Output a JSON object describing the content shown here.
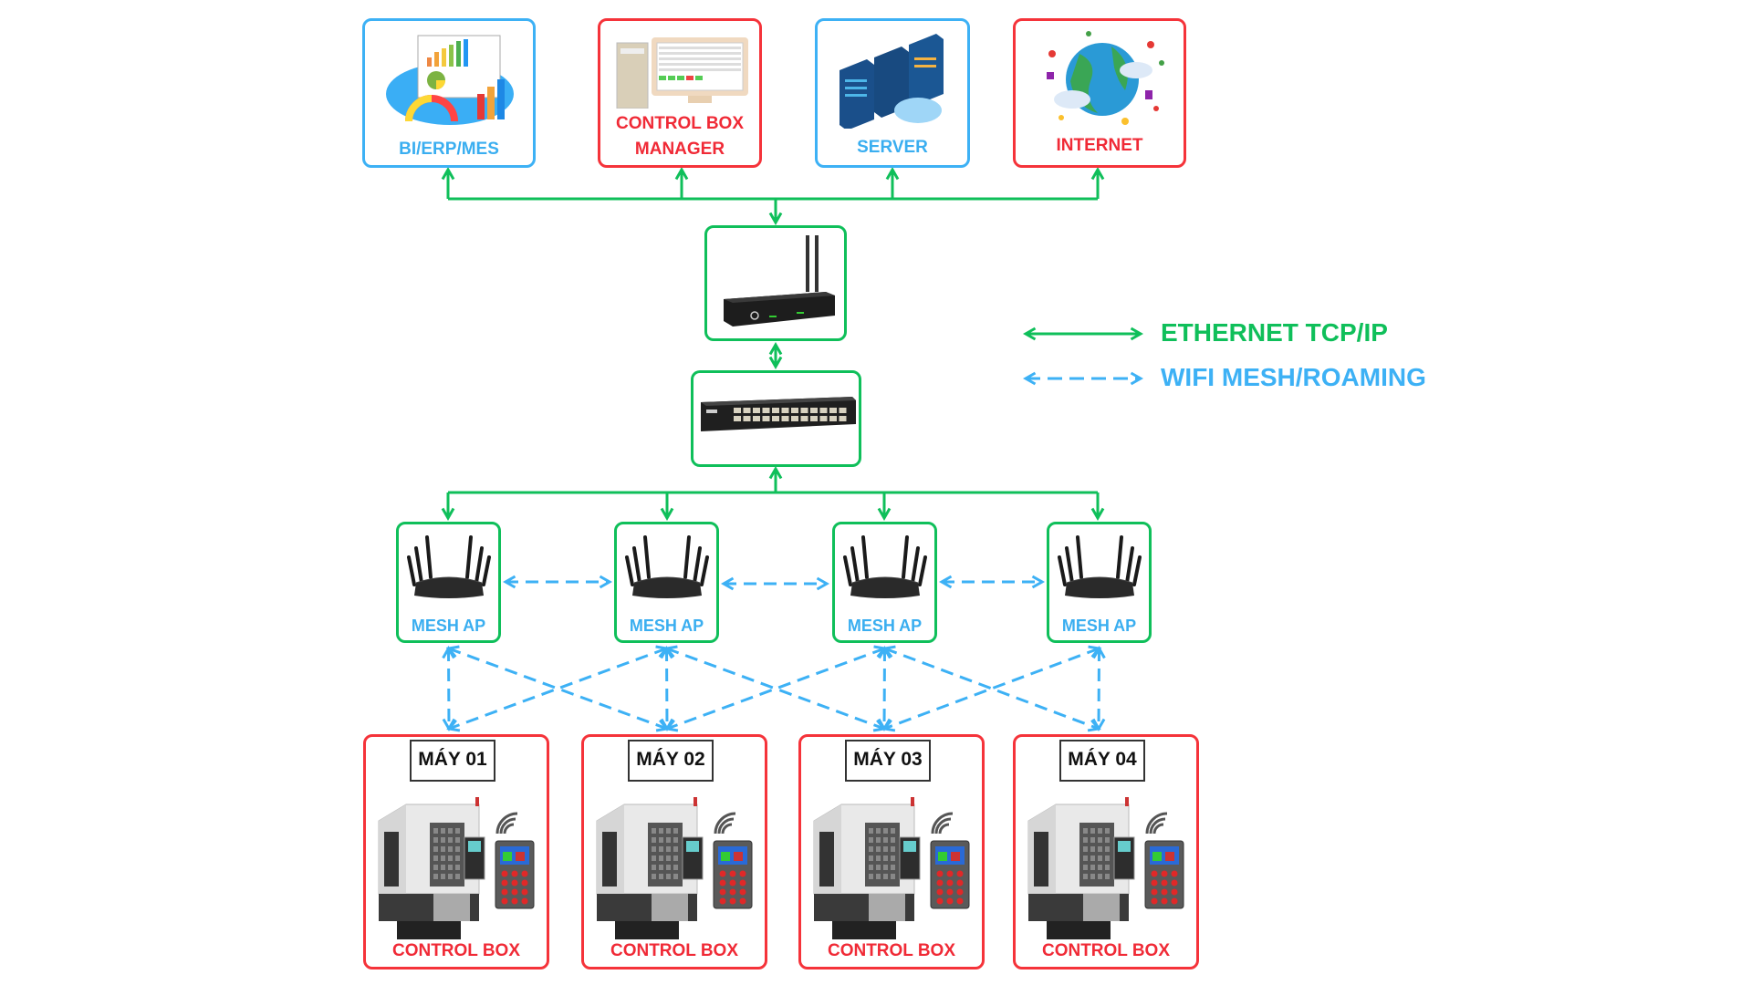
{
  "diagram": {
    "title": "Control box wireless network topology",
    "colors": {
      "ethernet": "#0fbf5a",
      "wifi": "#3db1f5",
      "red_node": "#f5333a",
      "blue_node": "#3db1f5"
    },
    "top_systems": [
      {
        "id": "bi",
        "label": "BI/ERP/MES",
        "icon": "dashboard-analytics-icon",
        "style": "blue"
      },
      {
        "id": "cbm",
        "label_line1": "CONTROL BOX",
        "label_line2": "MANAGER",
        "icon": "desktop-computer-icon",
        "style": "red"
      },
      {
        "id": "server",
        "label": "SERVER",
        "icon": "server-rack-icon",
        "style": "blue"
      },
      {
        "id": "internet",
        "label": "INTERNET",
        "icon": "globe-network-icon",
        "style": "red"
      }
    ],
    "router": {
      "icon": "router-icon"
    },
    "switch": {
      "icon": "network-switch-icon"
    },
    "access_points": [
      {
        "label": "MESH AP"
      },
      {
        "label": "MESH AP"
      },
      {
        "label": "MESH AP"
      },
      {
        "label": "MESH AP"
      }
    ],
    "machines": [
      {
        "tag": "MÁY 01",
        "label": "CONTROL BOX"
      },
      {
        "tag": "MÁY 02",
        "label": "CONTROL BOX"
      },
      {
        "tag": "MÁY 03",
        "label": "CONTROL BOX"
      },
      {
        "tag": "MÁY 04",
        "label": "CONTROL BOX"
      }
    ],
    "wifi_links": [
      [
        0,
        0
      ],
      [
        0,
        1
      ],
      [
        1,
        0
      ],
      [
        1,
        1
      ],
      [
        1,
        2
      ],
      [
        2,
        1
      ],
      [
        2,
        2
      ],
      [
        2,
        3
      ],
      [
        3,
        2
      ],
      [
        3,
        3
      ]
    ],
    "legend": {
      "ethernet_label": "ETHERNET TCP/IP",
      "wifi_label": "WIFI MESH/ROAMING"
    }
  }
}
